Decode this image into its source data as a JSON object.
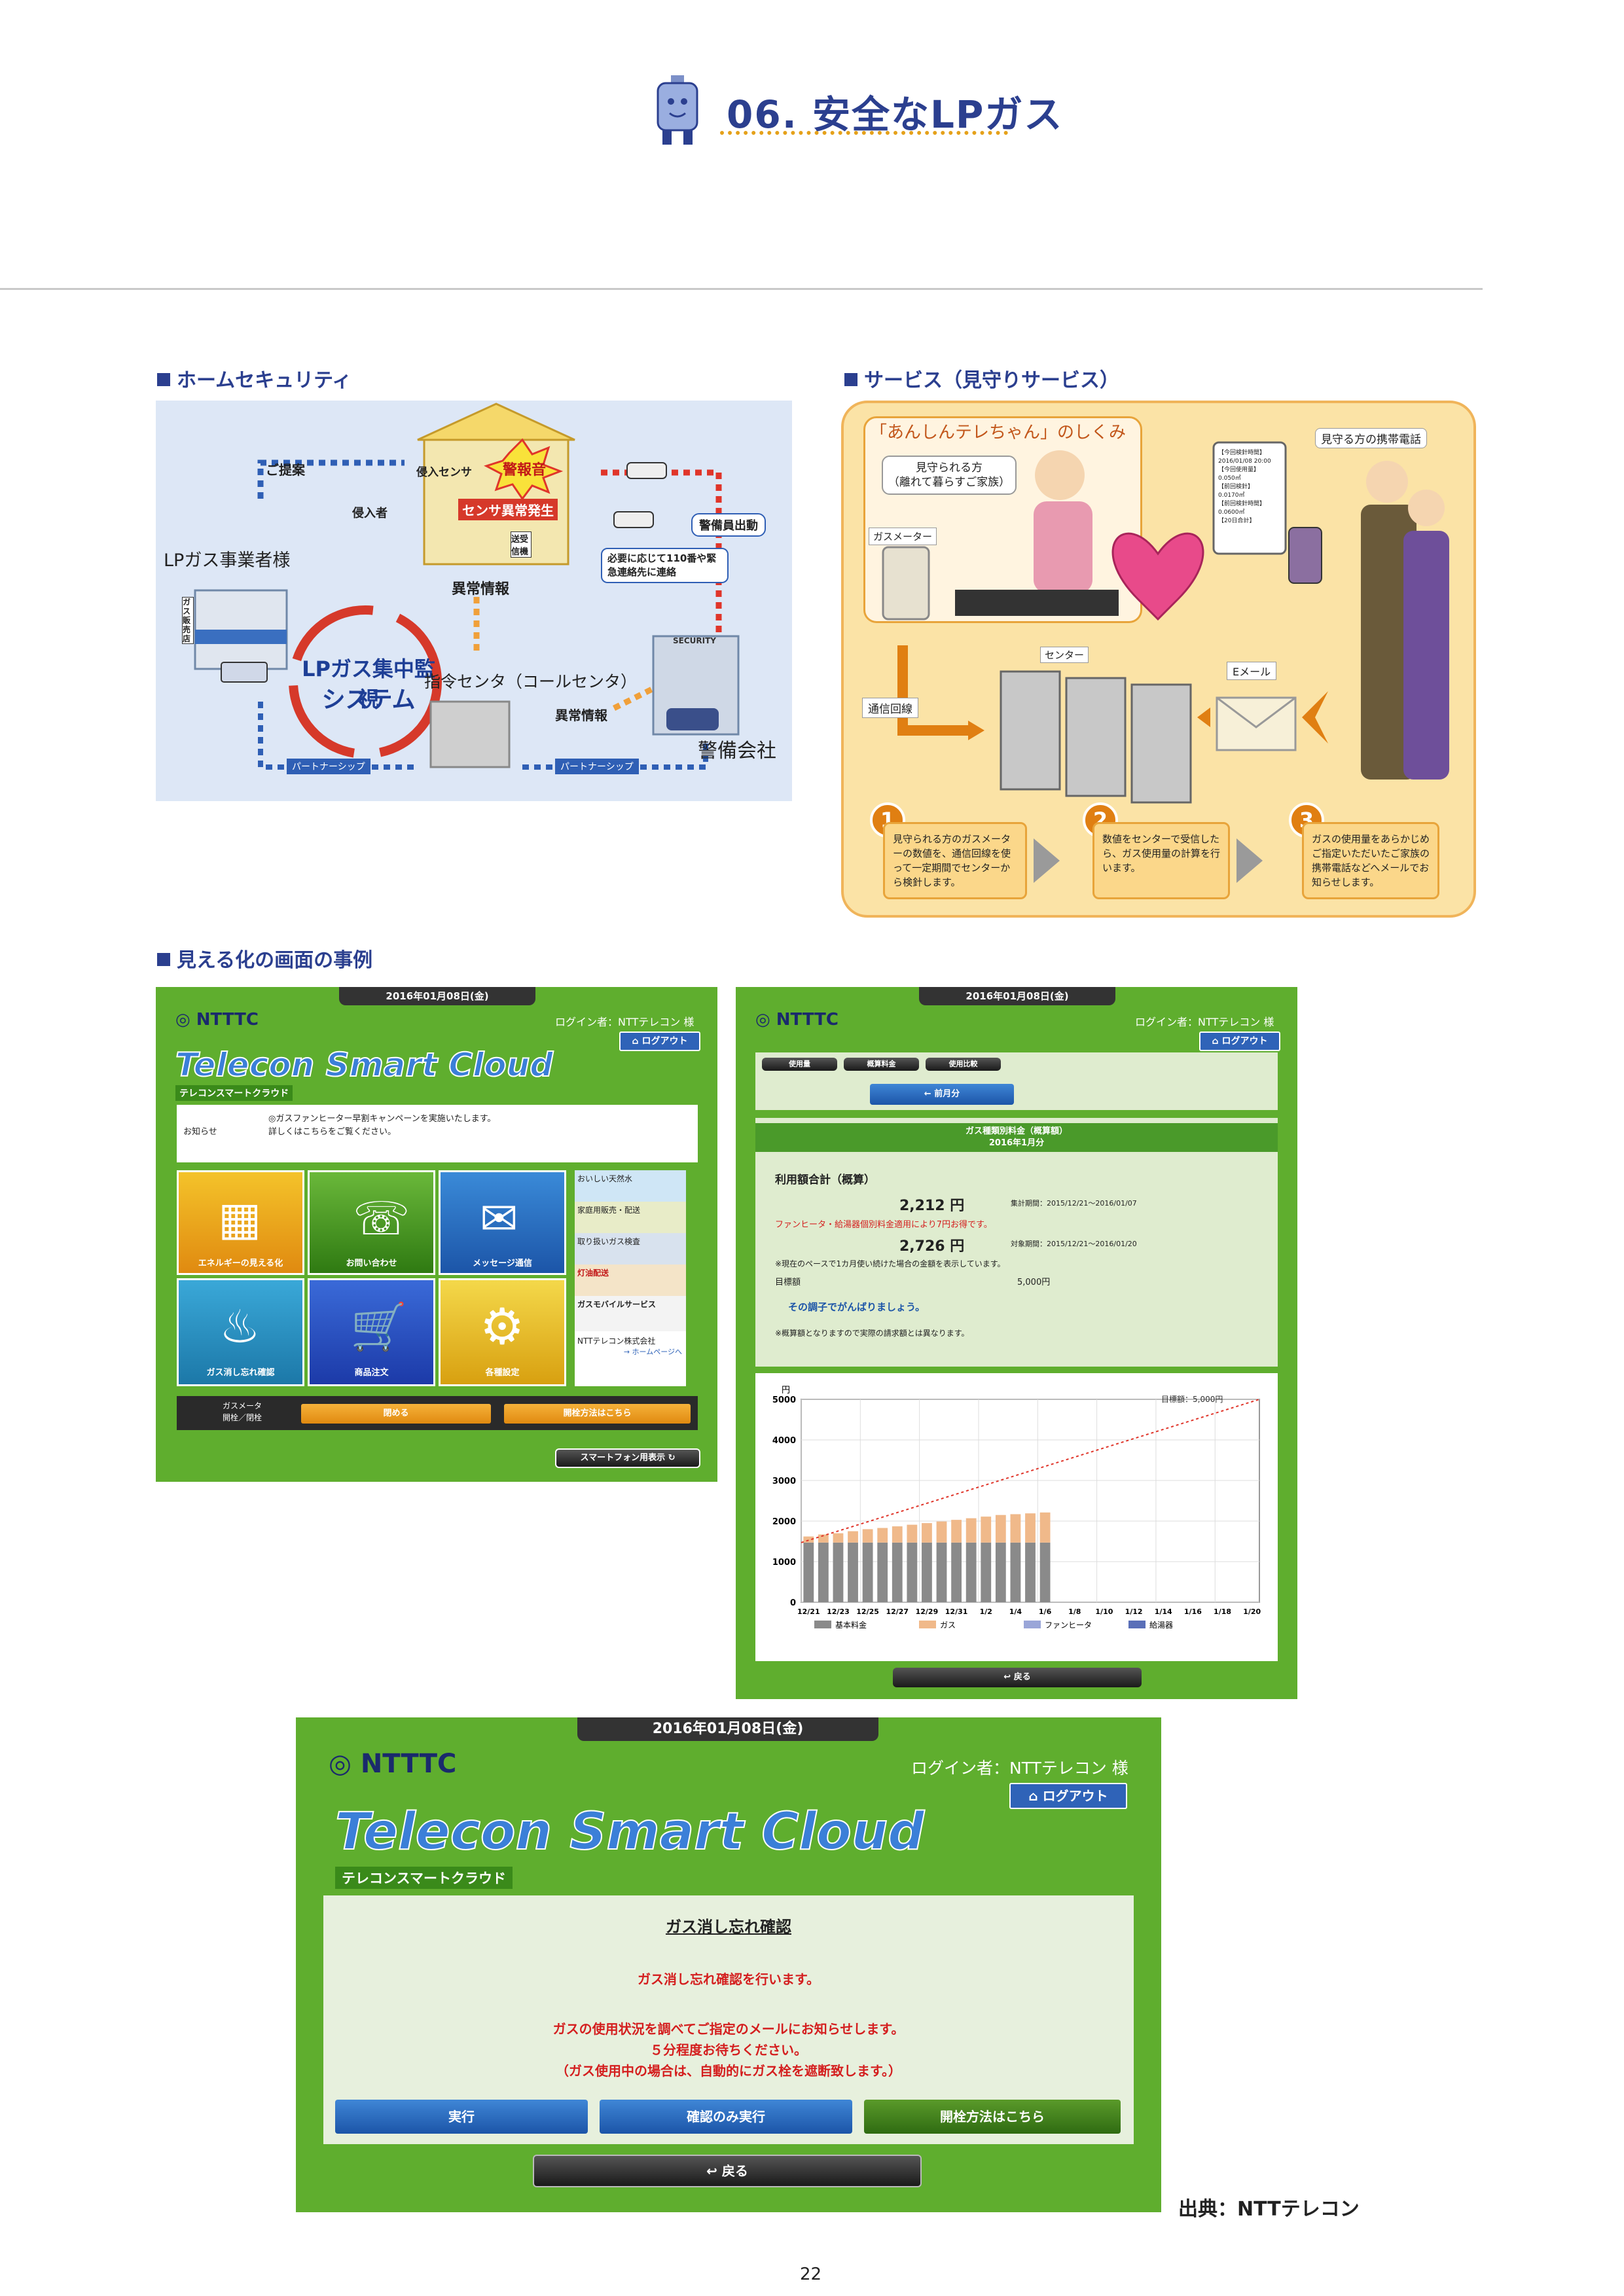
{
  "header": {
    "title": "06. 安全なLPガス"
  },
  "sections": {
    "home_security": "ホームセキュリティ",
    "service": "サービス（見守りサービス）",
    "visualization": "見える化の画面の事例"
  },
  "security_diagram": {
    "proposal": "ご提案",
    "intruder_sensor": "侵入センサ",
    "alarm": "警報音",
    "intruder": "侵入者",
    "sensor_alert": "センサ異常発生",
    "send": "送受信機",
    "dealer": "LPガス事業者様",
    "abnormal": "異常情報",
    "guard_dispatch": "警備員出動",
    "contact": "必要に応じて110番や緊急連絡先に連絡",
    "system_line1": "LPガス集中監視",
    "system_line2": "システム",
    "center": "指令センタ（コールセンタ）",
    "abnormal2": "異常情報",
    "security_company": "警備会社",
    "partnership1": "パートナーシップ",
    "partnership2": "パートナーシップ",
    "gas_store": "ガス販売店",
    "security_label": "SECURITY"
  },
  "service_diagram": {
    "title": "「あんしんテレちゃん」のしくみ",
    "watched_line1": "見守られる方",
    "watched_line2": "（離れて暮らすご家族）",
    "gas_meter": "ガスメーター",
    "center": "センター",
    "line": "通信回線",
    "email": "Eメール",
    "phone_label": "見守る方の携帯電話",
    "phone_screen": [
      "【今回検針時間】",
      "2016/01/08 20:00",
      "【今回使用量】",
      "0.050㎥",
      "【前回検針】",
      "0.0170㎥",
      "【前回検針時間】",
      "0.0600㎥",
      "【20日合計】"
    ],
    "steps": [
      {
        "num": "1",
        "text": "見守られる方のガスメーターの数値を、通信回線を使って一定期間でセンターから検針します。"
      },
      {
        "num": "2",
        "text": "数値をセンターで受信したら、ガス使用量の計算を行います。"
      },
      {
        "num": "3",
        "text": "ガスの使用量をあらかじめご指定いただいたご家族の携帯電話などへメールでお知らせします。"
      }
    ]
  },
  "screen1": {
    "date": "2016年01月08日(金)",
    "logo": "NTTTC",
    "login": "ログイン者：NTTテレコン 様",
    "logout": "ログアウト",
    "brand": "Telecon Smart Cloud",
    "brand_sub": "テレコンスマートクラウド",
    "notice_label": "お知らせ",
    "notice_line1": "◎ガスファンヒーター早割キャンペーンを実施いたします。",
    "notice_line2": "詳しくはこちらをご覧ください。",
    "tiles": [
      "エネルギーの見える化",
      "お問い合わせ",
      "メッセージ通信",
      "ガス消し忘れ確認",
      "商品注文",
      "各種設定"
    ],
    "side_ads": [
      "おいしい天然水",
      "家庭用販売・配送",
      "取り扱いガス検査",
      "灯油配送",
      "ガスモバイルサービス"
    ],
    "company": "NTTテレコン株式会社",
    "homepage": "→ ホームページへ",
    "meter_label_line1": "ガスメータ",
    "meter_label_line2": "開栓／閉栓",
    "close_btn": "閉める",
    "open_btn": "開栓方法はこちら",
    "smartphone": "スマートフォン用表示"
  },
  "screen2": {
    "date": "2016年01月08日(金)",
    "logo": "NTTTC",
    "login": "ログイン者：NTTテレコン 様",
    "logout": "ログアウト",
    "tabs": [
      "使用量",
      "概算料金",
      "使用比較"
    ],
    "month_btn": "前月分",
    "panel_title_line1": "ガス種類別料金（概算額）",
    "panel_title_line2": "2016年1月分",
    "total_label": "利用額合計（概算）",
    "amount1": "2,212 円",
    "period1": "集計期間：2015/12/21～2016/01/07",
    "discount": "ファンヒータ・給湯器個別料金適用により7円お得です。",
    "amount2": "2,726 円",
    "period2": "対象期間：2015/12/21～2016/01/20",
    "projection_note": "※現在のペースで1カ月使い続けた場合の金額を表示しています。",
    "target_label": "目標額",
    "target_value": "5,000円",
    "cheer": "その調子でがんばりましょう。",
    "disclaimer": "※概算額となりますので実際の請求額とは異なります。",
    "back": "戻る"
  },
  "screen3": {
    "date": "2016年01月08日(金)",
    "logo": "NTTTC",
    "login": "ログイン者：NTTテレコン 様",
    "logout": "ログアウト",
    "brand": "Telecon Smart Cloud",
    "brand_sub": "テレコンスマートクラウド",
    "heading": "ガス消し忘れ確認",
    "line1": "ガス消し忘れ確認を行います。",
    "line2": "ガスの使用状況を調べてご指定のメールにお知らせします。",
    "line3": "５分程度お待ちください。",
    "line4": "（ガス使用中の場合は、自動的にガス栓を遮断致します。）",
    "btn_execute": "実行",
    "btn_check": "確認のみ実行",
    "btn_open": "開栓方法はこちら",
    "back": "戻る"
  },
  "chart_data": {
    "type": "bar",
    "ylabel": "円",
    "ylim": [
      0,
      5000
    ],
    "yticks": [
      "0",
      "1000",
      "2000",
      "3000",
      "4000",
      "5000"
    ],
    "categories": [
      "12/21",
      "12/22",
      "12/23",
      "12/24",
      "12/25",
      "12/26",
      "12/27",
      "12/28",
      "12/29",
      "12/30",
      "12/31",
      "1/1",
      "1/2",
      "1/3",
      "1/4",
      "1/5",
      "1/6"
    ],
    "xtick_labels": [
      "12/21",
      "12/23",
      "12/25",
      "12/27",
      "12/29",
      "12/31",
      "1/2",
      "1/4",
      "1/6",
      "1/8",
      "1/10",
      "1/12",
      "1/14",
      "1/16",
      "1/18",
      "1/20"
    ],
    "series": [
      {
        "name": "基本料金",
        "color": "#8a8a8a",
        "values": [
          1470,
          1470,
          1470,
          1470,
          1470,
          1470,
          1470,
          1470,
          1470,
          1470,
          1470,
          1470,
          1470,
          1470,
          1470,
          1470,
          1470
        ]
      },
      {
        "name": "ガス",
        "color": "#f0b98a",
        "values": [
          150,
          200,
          230,
          280,
          330,
          360,
          400,
          440,
          480,
          520,
          560,
          600,
          640,
          680,
          700,
          720,
          742
        ]
      },
      {
        "name": "ファンヒータ",
        "color": "#9aa6d8",
        "values": [
          0,
          0,
          0,
          0,
          0,
          0,
          0,
          0,
          0,
          0,
          0,
          0,
          0,
          0,
          0,
          0,
          0
        ]
      },
      {
        "name": "給湯器",
        "color": "#5a6fb8",
        "values": [
          0,
          0,
          0,
          0,
          0,
          0,
          0,
          0,
          0,
          0,
          0,
          0,
          0,
          0,
          0,
          0,
          0
        ]
      }
    ],
    "target_label": "目標額：5,000円",
    "target_value": 5000,
    "total_days": 31,
    "grid": true,
    "legend": "bottom"
  },
  "footer": {
    "source": "出典：NTTテレコン",
    "page_number": "22"
  }
}
